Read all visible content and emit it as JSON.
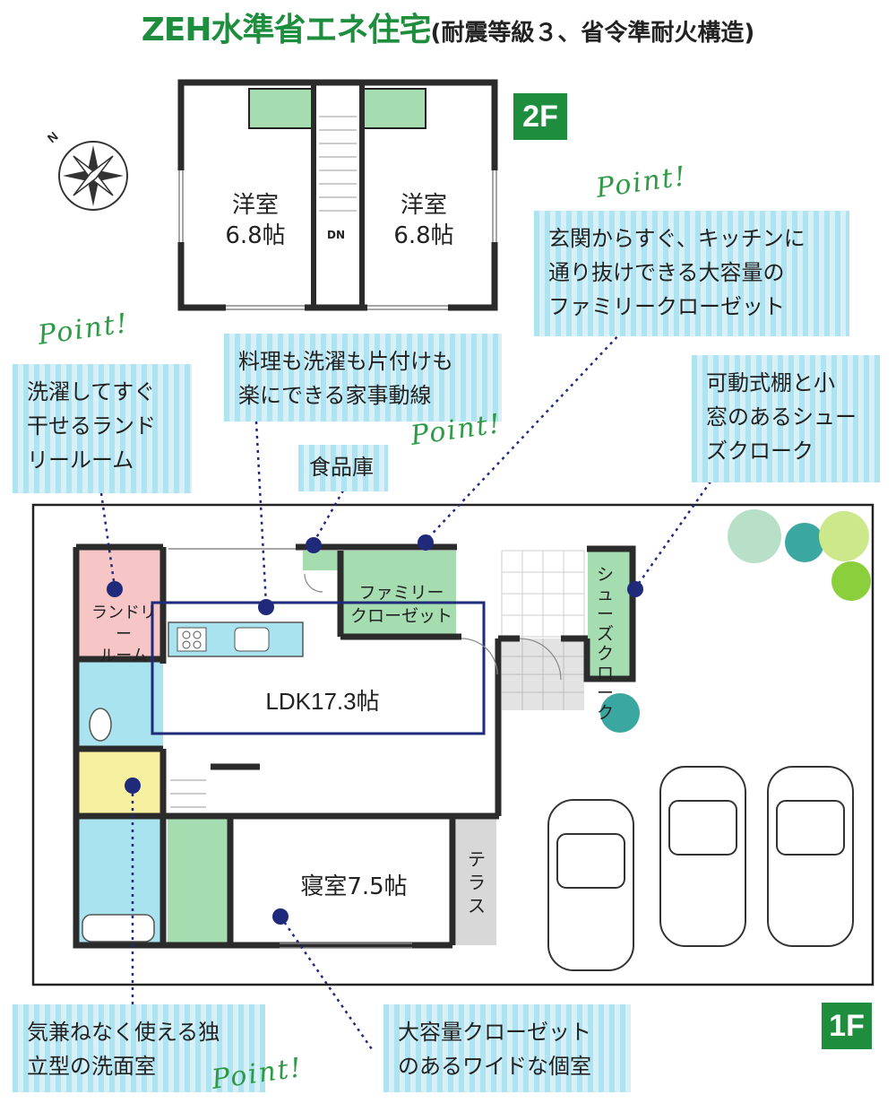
{
  "title": {
    "main": "ZEH水準省エネ住宅",
    "sub": "(耐震等級３、省令準耐火構造)"
  },
  "floors": {
    "second": "2F",
    "first": "1F"
  },
  "second_floor": {
    "room_left": {
      "name": "洋室",
      "size": "6.8帖"
    },
    "room_right": {
      "name": "洋室",
      "size": "6.8帖"
    },
    "stair_mark": "DN"
  },
  "first_floor": {
    "ldk": "LDK17.3帖",
    "bedroom": "寝室7.5帖",
    "laundry": [
      "ランドリー",
      "ルーム"
    ],
    "family_closet": [
      "ファミリー",
      "クローゼット"
    ],
    "shoe_cloak": "シューズクローク",
    "terrace": "テラス"
  },
  "callouts": {
    "family_closet": [
      "玄関からすぐ、キッチンに",
      "通り抜けできる大容量の",
      "ファミリークローゼット"
    ],
    "laundry": [
      "洗濯してすぐ",
      "干せるランド",
      "リールーム"
    ],
    "flow": [
      "料理も洗濯も片付けも",
      "楽にできる家事動線"
    ],
    "pantry": "食品庫",
    "shoe_cloak": [
      "可動式棚と小",
      "窓のあるシュー",
      "ズクローク"
    ],
    "washroom": [
      "気兼ねなく使える独",
      "立型の洗面室"
    ],
    "bedroom": [
      "大容量クローゼット",
      "のあるワイドな個室"
    ]
  },
  "point_label": "Point!",
  "colors": {
    "brand_green": "#1e8e3e",
    "callout_blue": "#aee3f2",
    "closet_green": "#a5dcb0",
    "laundry_pink": "#f6c6c6",
    "bath_blue": "#a8e3ef",
    "wash_yellow": "#f7f0a0",
    "ldk_outline": "#1f2a7a",
    "dot_navy": "#1f2a7a"
  }
}
